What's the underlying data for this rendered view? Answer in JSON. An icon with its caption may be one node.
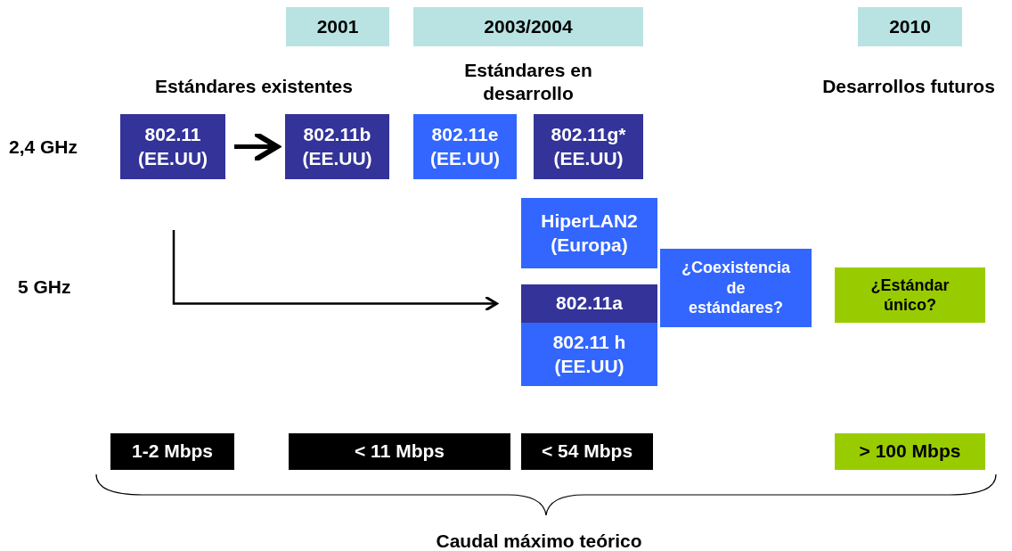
{
  "diagram": {
    "nodes": [
      {
        "text": [
          "2001"
        ]
      },
      {
        "text": [
          "2003/2004"
        ]
      },
      {
        "text": [
          "2010"
        ]
      },
      {
        "text": [
          "802.11 (EE.UU)"
        ]
      },
      {
        "text": [
          "802.11b (EE.UU)"
        ]
      },
      {
        "text": [
          "802.11e (EE.UU)"
        ]
      },
      {
        "text": [
          "802.11g* (EE.UU)"
        ]
      },
      {
        "text": [
          "HiperLAN2 (Europa)"
        ]
      },
      {
        "text": [
          "802.11a"
        ]
      },
      {
        "text": [
          "802.11 h (EE.UU)"
        ]
      },
      {
        "text": [
          "¿Coexistencia de estándares?"
        ]
      },
      {
        "text": [
          "¿Estándar único?"
        ]
      },
      {
        "text": [
          "1-2 Mbps"
        ]
      },
      {
        "text": [
          "< 11 Mbps"
        ]
      },
      {
        "text": [
          "< 54 Mbps"
        ]
      },
      {
        "text": [
          "> 100 Mbps"
        ]
      }
    ],
    "edges": [
      {
        "from": 3,
        "to": 4,
        "arrow": "to",
        "style": "thick"
      },
      {
        "from": null,
        "to": 8,
        "arrow": "to"
      }
    ],
    "labels": [
      "Estándares existentes",
      "Estándares en desarrollo",
      "Desarrollos futuros",
      "2,4 GHz",
      "5 GHz",
      "Caudal máximo teórico"
    ]
  }
}
